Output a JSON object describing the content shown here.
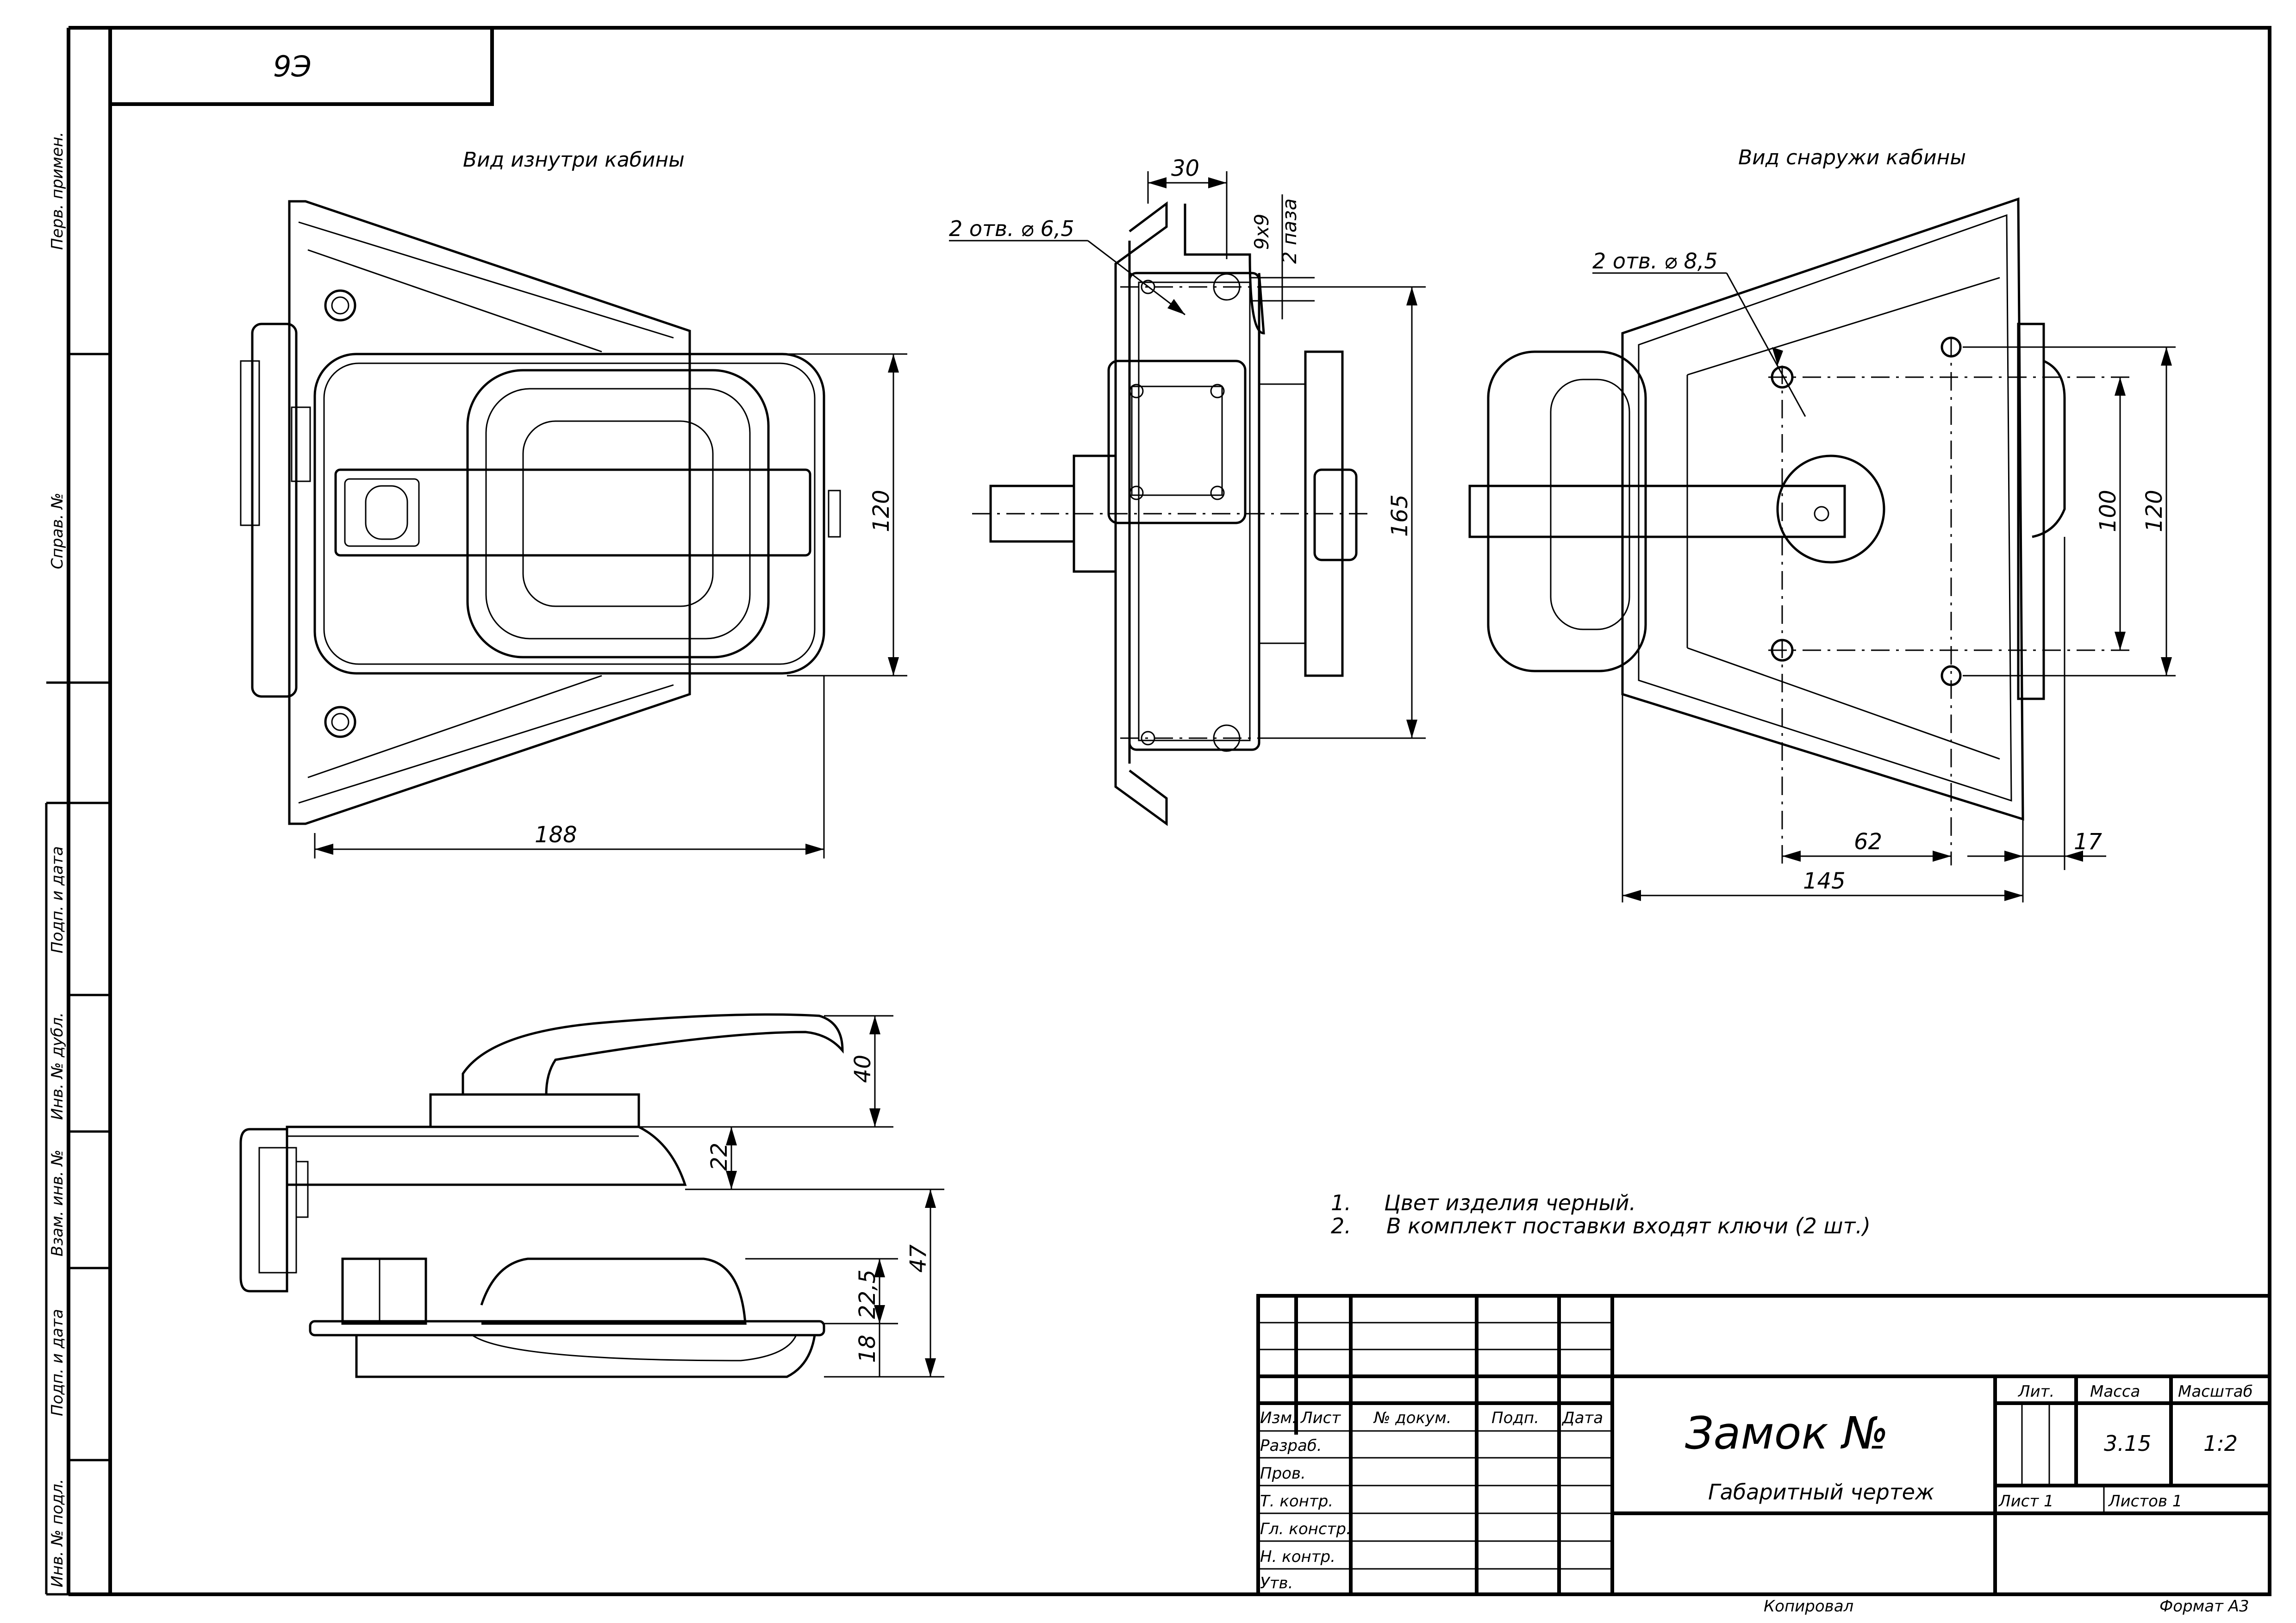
{
  "sheet": {
    "code_box": "9Э",
    "side_labels": {
      "perv_primen": "Перв. примен.",
      "sprav_no": "Справ. №",
      "podp_data_1": "Подп. и дата",
      "inv_dubl": "Инв. № дубл.",
      "vzam_inv": "Взам. инв. №",
      "podp_data_2": "Подп. и дата",
      "inv_podl": "Инв. № подл."
    }
  },
  "views": {
    "inside": {
      "title": "Вид изнутри кабины",
      "dim_height": "120",
      "dim_width": "188"
    },
    "side": {
      "dim_top": "30",
      "hole_note": "2 отв. ⌀ 6,5",
      "slot_note": "9х9",
      "slot_note_2": "2 паза",
      "dim_height": "165"
    },
    "outside": {
      "title": "Вид снаружи кабины",
      "hole_note": "2 отв. ⌀ 8,5",
      "dim_100": "100",
      "dim_120": "120",
      "dim_62": "62",
      "dim_17": "17",
      "dim_145": "145"
    },
    "profile": {
      "dim_40": "40",
      "dim_22": "22",
      "dim_47": "47",
      "dim_22_5": "22,5",
      "dim_18": "18"
    }
  },
  "notes": [
    {
      "num": "1.",
      "text": "Цвет изделия черный."
    },
    {
      "num": "2.",
      "text": "В комплект поставки входят ключи (2 шт.)"
    }
  ],
  "title_block": {
    "headers": {
      "izm": "Изм.",
      "list": "Лист",
      "doc": "№ докум.",
      "podp": "Подп.",
      "data": "Дата"
    },
    "roles": [
      "Разраб.",
      "Пров.",
      "Т. контр.",
      "Гл. констр.",
      "Н. контр.",
      "Утв."
    ],
    "name": "Замок №",
    "doc_type": "Габаритный чертеж",
    "lit": "Лит.",
    "massa_label": "Масса",
    "masshtab_label": "Масштаб",
    "massa": "3.15",
    "masshtab": "1:2",
    "sheet": "Лист 1",
    "sheets": "Листов 1",
    "copied": "Копировал",
    "format": "Формат А3"
  }
}
